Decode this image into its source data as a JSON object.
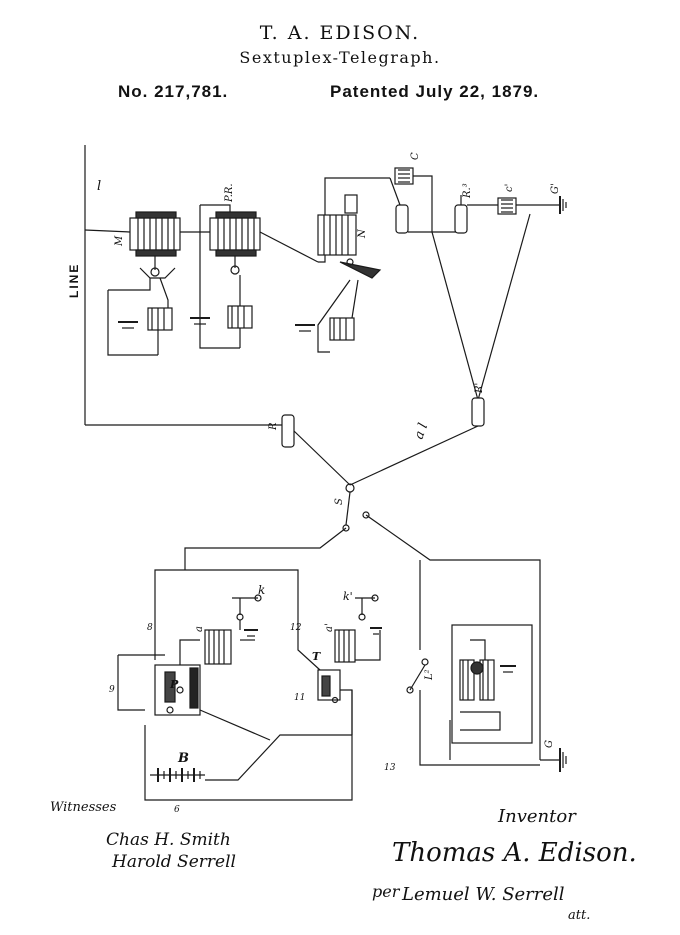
{
  "header": {
    "inventor": "T. A. EDISON.",
    "title": "Sextuplex-Telegraph.",
    "patent_number": "No. 217,781.",
    "patent_date": "Patented July 22, 1879."
  },
  "diagram_labels": {
    "line": "LINE",
    "l": "l",
    "M": "M",
    "PR": "P.R.",
    "N": "N",
    "C": "C",
    "R3": "R.³",
    "c1": "c'",
    "G1": "G'",
    "R": "R",
    "R1": "R'",
    "al": "a l",
    "S": "S",
    "k": "k",
    "k1": "k'",
    "a": "a",
    "a1": "a'",
    "T": "T",
    "B": "B",
    "L2": "L²",
    "G": "G",
    "n8": "8",
    "n9": "9",
    "n11": "11",
    "n12": "12",
    "n13": "13",
    "n6": "6",
    "P": "P"
  },
  "signatures": {
    "witnesses_label": "Witnesses",
    "witness_1": "Chas H. Smith",
    "witness_2": "Harold Serrell",
    "inventor_label": "Inventor",
    "inventor_name": "Thomas A. Edison.",
    "per": "per",
    "attorney": "Lemuel W. Serrell",
    "attorney_suffix": "att."
  }
}
